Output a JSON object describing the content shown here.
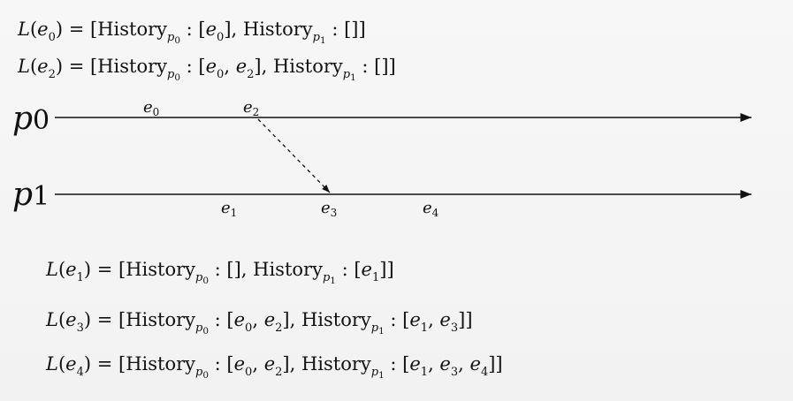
{
  "formulas_top": [
    {
      "lhs": "e0",
      "history_p0": "[e0]",
      "history_p1": "[]"
    },
    {
      "lhs": "e2",
      "history_p0": "[e0, e2]",
      "history_p1": "[]"
    }
  ],
  "formulas_bottom": [
    {
      "lhs": "e1",
      "history_p0": "[]",
      "history_p1": "[e1]"
    },
    {
      "lhs": "e3",
      "history_p0": "[e0, e2]",
      "history_p1": "[e1, e3]"
    },
    {
      "lhs": "e4",
      "history_p0": "[e0, e2]",
      "history_p1": "[e1, e3, e4]"
    }
  ],
  "processes": [
    {
      "id": "p0",
      "label_base": "p",
      "label_sub": "0",
      "events": [
        {
          "name_base": "e",
          "name_sub": "0"
        },
        {
          "name_base": "e",
          "name_sub": "2"
        }
      ]
    },
    {
      "id": "p1",
      "label_base": "p",
      "label_sub": "1",
      "events": [
        {
          "name_base": "e",
          "name_sub": "1"
        },
        {
          "name_base": "e",
          "name_sub": "3"
        },
        {
          "name_base": "e",
          "name_sub": "4"
        }
      ]
    }
  ],
  "messages": [
    {
      "from": "e2",
      "to": "e3",
      "style": "dashed"
    }
  ],
  "history_word": "History",
  "fn_name": "L"
}
